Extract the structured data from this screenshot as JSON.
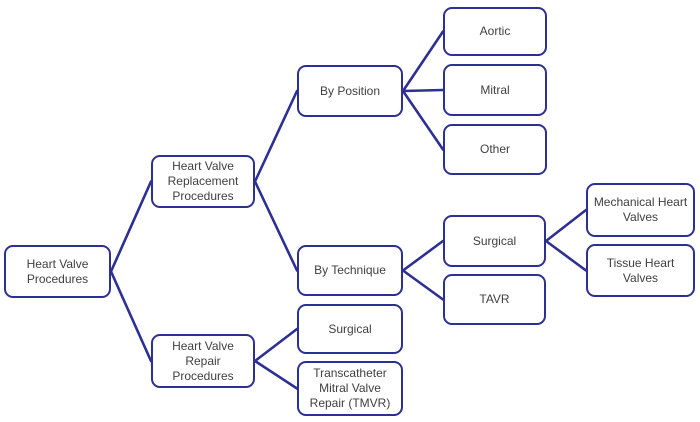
{
  "colors": {
    "outline": "#2d3092",
    "text": "#3f3f3f",
    "background": "#ffffff"
  },
  "nodes": {
    "root": "Heart Valve\nProcedures",
    "replacement": "Heart Valve\nReplacement\nProcedures",
    "repair": "Heart Valve\nRepair\nProcedures",
    "by_position": "By Position",
    "by_technique": "By Technique",
    "aortic": "Aortic",
    "mitral": "Mitral",
    "other": "Other",
    "surgical_replacement": "Surgical",
    "tavr": "TAVR",
    "mechanical": "Mechanical Heart\nValves",
    "tissue": "Tissue Heart\nValves",
    "surgical_repair": "Surgical",
    "tmvr": "Transcatheter\nMitral Valve\nRepair (TMVR)"
  },
  "hierarchy": {
    "label": "Heart Valve Procedures",
    "children": [
      {
        "label": "Heart Valve Replacement Procedures",
        "children": [
          {
            "label": "By Position",
            "children": [
              {
                "label": "Aortic"
              },
              {
                "label": "Mitral"
              },
              {
                "label": "Other"
              }
            ]
          },
          {
            "label": "By Technique",
            "children": [
              {
                "label": "Surgical",
                "children": [
                  {
                    "label": "Mechanical Heart Valves"
                  },
                  {
                    "label": "Tissue Heart Valves"
                  }
                ]
              },
              {
                "label": "TAVR"
              }
            ]
          }
        ]
      },
      {
        "label": "Heart Valve Repair Procedures",
        "children": [
          {
            "label": "Surgical"
          },
          {
            "label": "Transcatheter Mitral Valve Repair (TMVR)"
          }
        ]
      }
    ]
  }
}
